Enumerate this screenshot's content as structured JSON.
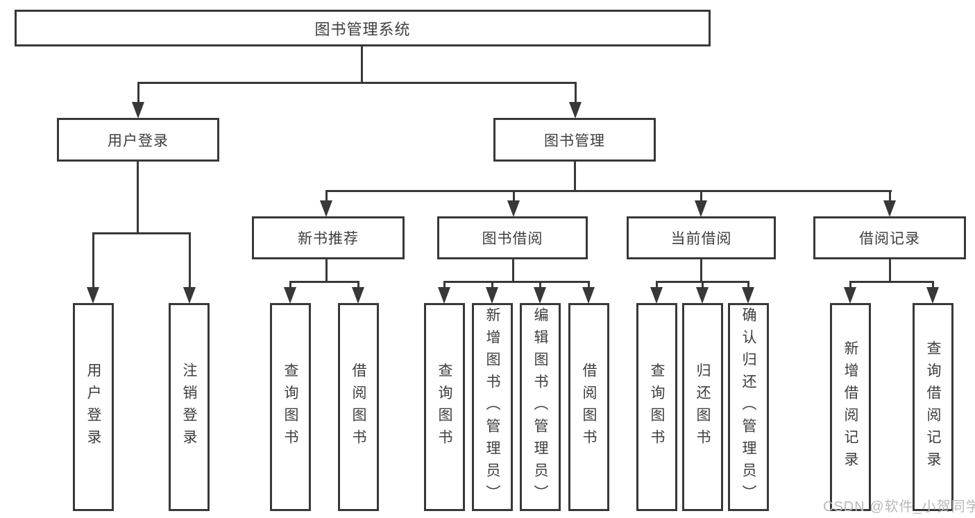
{
  "diagram": {
    "root": "图书管理系统",
    "level2": [
      "用户登录",
      "图书管理"
    ],
    "level3": [
      "新书推荐",
      "图书借阅",
      "当前借阅",
      "借阅记录"
    ],
    "leaves": {
      "login": [
        "用户登录",
        "注销登录"
      ],
      "newbook": [
        "查询图书",
        "借阅图书"
      ],
      "borrow": [
        "查询图书",
        "新增图书（管理员）",
        "编辑图书（管理员）",
        "借阅图书"
      ],
      "current": [
        "查询图书",
        "归还图书",
        "确认归还（管理员）"
      ],
      "records": [
        "新增借阅记录",
        "查询借阅记录"
      ]
    }
  },
  "watermark": "CSDN @软件_小贺同学",
  "colors": {
    "line": "#383838",
    "text": "#3d3d3d",
    "watermark": "#b9b9b9",
    "background": "#ffffff"
  }
}
